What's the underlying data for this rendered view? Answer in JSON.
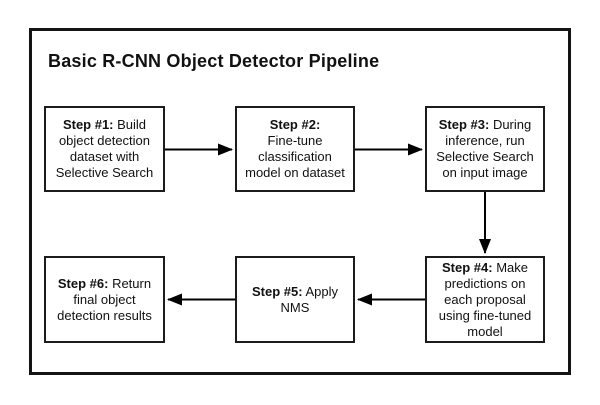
{
  "title": "Basic R-CNN Object Detector Pipeline",
  "steps": [
    {
      "prefix": "Step #1:",
      "rest": " Build\nobject detection\ndataset with\nSelective Search"
    },
    {
      "prefix": "Step #2:",
      "rest": "\nFine-tune\nclassification\nmodel on dataset"
    },
    {
      "prefix": "Step #3:",
      "rest": " During\ninference, run\nSelective Search\non input image"
    },
    {
      "prefix": "Step #4:",
      "rest": " Make\npredictions on\neach proposal\nusing fine-tuned\nmodel"
    },
    {
      "prefix": "Step #5:",
      "rest": " Apply\nNMS"
    },
    {
      "prefix": "Step #6:",
      "rest": " Return\nfinal object\ndetection results"
    }
  ],
  "connections": [
    {
      "from": "step-1",
      "to": "step-2",
      "direction": "right"
    },
    {
      "from": "step-2",
      "to": "step-3",
      "direction": "right"
    },
    {
      "from": "step-3",
      "to": "step-4",
      "direction": "down"
    },
    {
      "from": "step-4",
      "to": "step-5",
      "direction": "left"
    },
    {
      "from": "step-5",
      "to": "step-6",
      "direction": "left"
    }
  ],
  "colors": {
    "background": "#ffffff",
    "frame_border": "#141414",
    "box_border": "#1c1c1c",
    "text": "#111111",
    "arrow": "#000000"
  }
}
